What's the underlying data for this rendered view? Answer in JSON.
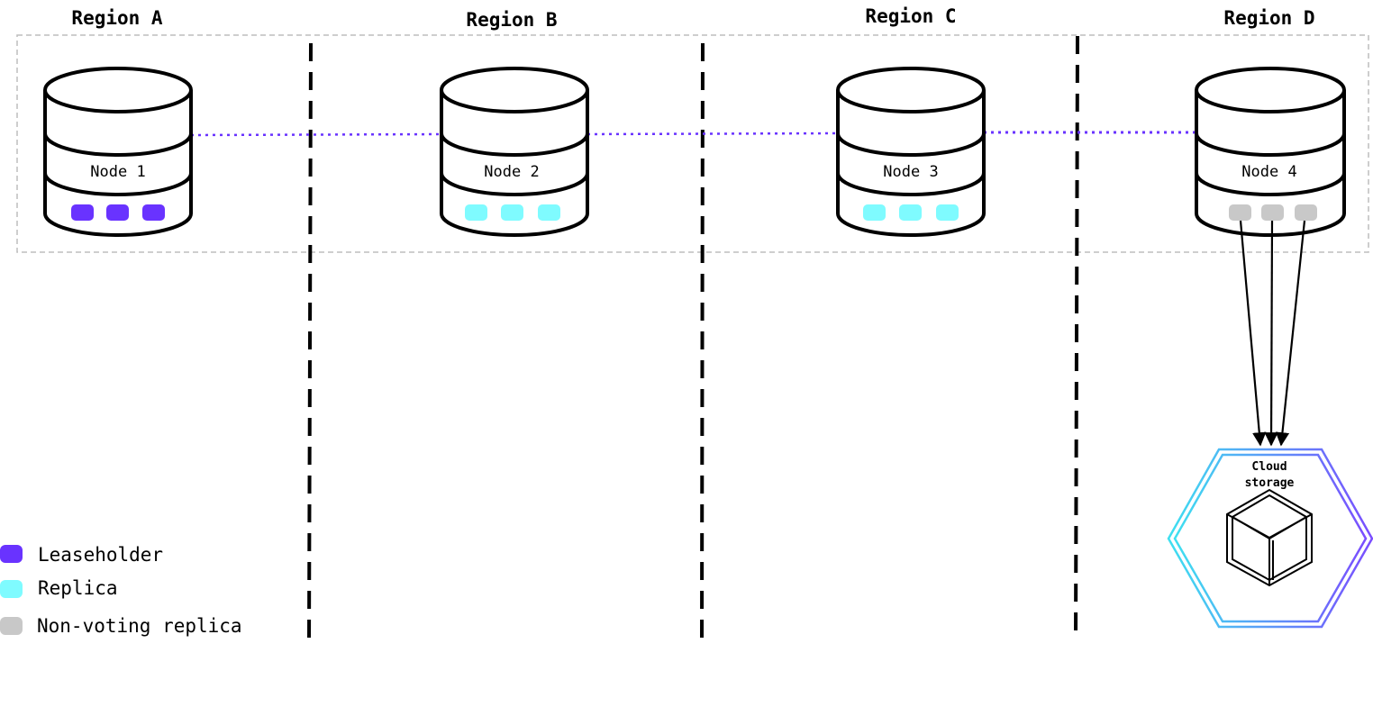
{
  "regions": [
    {
      "label": "Region A"
    },
    {
      "label": "Region B"
    },
    {
      "label": "Region C"
    },
    {
      "label": "Region D"
    }
  ],
  "nodes": [
    {
      "label": "Node 1",
      "replica_kind": "leaseholder"
    },
    {
      "label": "Node 2",
      "replica_kind": "replica"
    },
    {
      "label": "Node 3",
      "replica_kind": "replica"
    },
    {
      "label": "Node 4",
      "replica_kind": "non_voting"
    }
  ],
  "cloud": {
    "label_line1": "Cloud",
    "label_line2": "storage",
    "icon": "cube-icon"
  },
  "legend": [
    {
      "label": "Leaseholder",
      "kind": "leaseholder"
    },
    {
      "label": "Replica",
      "kind": "replica"
    },
    {
      "label": "Non-voting replica",
      "kind": "non_voting"
    }
  ],
  "colors": {
    "leaseholder": "#6933ff",
    "replica": "#7ffbff",
    "non_voting": "#c8c8c8",
    "link": "#6933ff",
    "cloud_gradient_start": "#3ee0f0",
    "cloud_gradient_end": "#7a4dff",
    "region_box": "#bdbdbd"
  }
}
